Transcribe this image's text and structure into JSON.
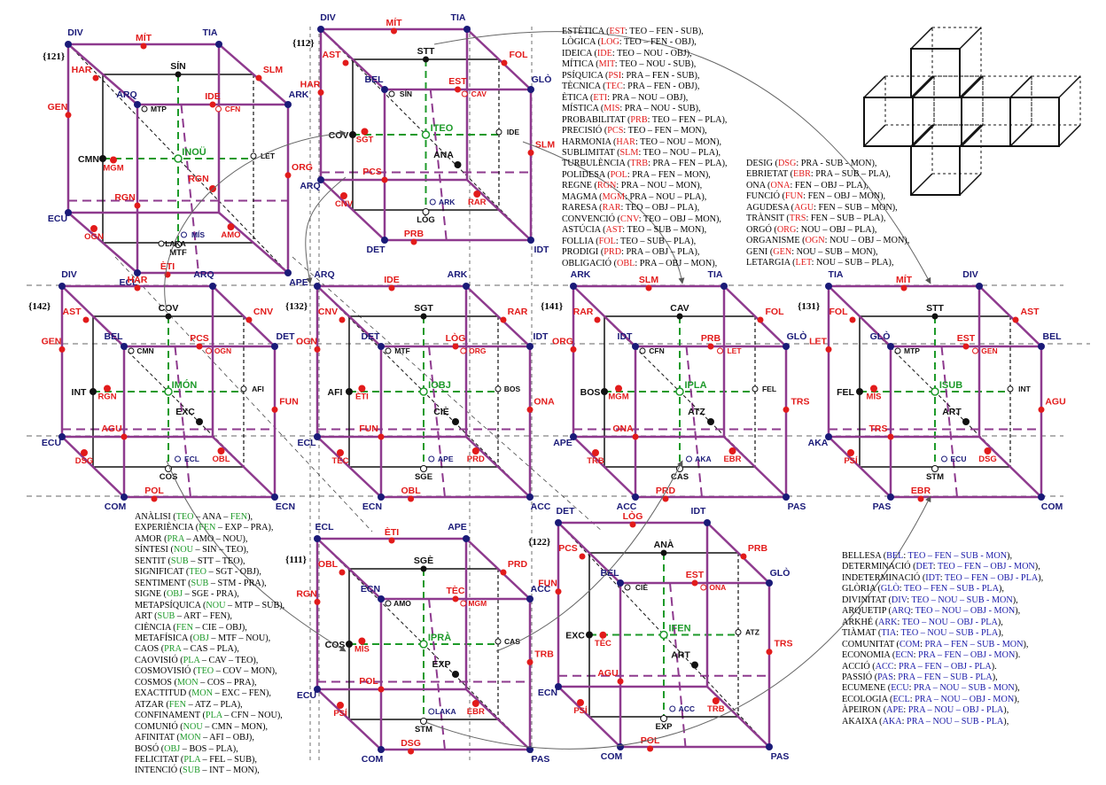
{
  "colors": {
    "purple": "#8e3a8e",
    "red": "#e21b1b",
    "navy": "#1a1a78",
    "green": "#1e9a2a",
    "black": "#111111"
  },
  "cubes": [
    {
      "id": "{121}",
      "corners": [
        "DIV",
        "TIA",
        "ARK",
        "ARQ",
        "ECU",
        "ECL",
        "APE",
        "RGN"
      ],
      "corner_colors": [
        "b",
        "b",
        "b",
        "b",
        "b",
        "b",
        "b",
        "r"
      ],
      "top_mid": [
        "MÍT",
        "SÍN",
        "SLM",
        "HAR",
        "IDE"
      ],
      "front_mid": [
        "GEN",
        "ORG",
        "RGN",
        "ÈTI"
      ],
      "bottom_mid": [
        "OGN",
        "MTF",
        "MGM",
        "AMO"
      ],
      "center": "INOÜ",
      "inner": [
        "MTP",
        "CFN",
        "LET",
        "MÍS",
        "LAKA"
      ],
      "left": "CMN"
    },
    {
      "id": "{112}",
      "corners": [
        "DIV",
        "TIA",
        "GLÒ",
        "BEL",
        "ARQ",
        "DET",
        "IDT",
        "ANA"
      ],
      "corner_colors": [
        "b",
        "b",
        "b",
        "b",
        "b",
        "b",
        "b",
        "k"
      ],
      "top_mid": [
        "MÍT",
        "STT",
        "FOL",
        "AST",
        "EST"
      ],
      "front_mid": [
        "HAR",
        "SLM",
        "PCS",
        "PRB"
      ],
      "bottom_mid": [
        "CNV",
        "LÒG",
        "SGT",
        "RAR"
      ],
      "center": "ITEO",
      "inner": [
        "SÍN",
        "CAV",
        "IDE",
        "ARK"
      ],
      "left": "COV"
    },
    {
      "id": "{142}",
      "corners": [
        "DIV",
        "ARQ",
        "DET",
        "BEL",
        "ECU",
        "COM",
        "ECN",
        "EXC"
      ],
      "corner_colors": [
        "b",
        "b",
        "b",
        "b",
        "b",
        "b",
        "b",
        "k"
      ],
      "top_mid": [
        "HAR",
        "COV",
        "CNV",
        "AST",
        "PCS"
      ],
      "front_mid": [
        "GEN",
        "FUN",
        "AGU",
        "POL"
      ],
      "bottom_mid": [
        "DSG",
        "COS",
        "RGN",
        "OBL"
      ],
      "center": "IMÓN",
      "inner": [
        "CMN",
        "OGN",
        "AFI",
        "ECL"
      ],
      "left": "INT"
    },
    {
      "id": "{132}",
      "corners": [
        "ARQ",
        "ARK",
        "IDT",
        "DET",
        "ECL",
        "ECN",
        "ACC",
        "CIÈ"
      ],
      "corner_colors": [
        "b",
        "b",
        "b",
        "b",
        "b",
        "b",
        "b",
        "k"
      ],
      "top_mid": [
        "IDE",
        "SGT",
        "RAR",
        "CNV",
        "LÒG"
      ],
      "front_mid": [
        "OGN",
        "ONA",
        "FUN",
        "OBL"
      ],
      "bottom_mid": [
        "TÈC",
        "SGE",
        "ÈTI",
        "PRD"
      ],
      "center": "IOBJ",
      "inner": [
        "MTF",
        "ORG",
        "BOS",
        "APE"
      ],
      "left": "AFI"
    },
    {
      "id": "{141}",
      "corners": [
        "ARK",
        "TIA",
        "GLÒ",
        "IDT",
        "APE",
        "ACC",
        "PAS",
        "ATZ"
      ],
      "corner_colors": [
        "b",
        "b",
        "b",
        "b",
        "b",
        "b",
        "b",
        "k"
      ],
      "top_mid": [
        "SLM",
        "CAV",
        "FOL",
        "RAR",
        "PRB"
      ],
      "front_mid": [
        "ORG",
        "TRS",
        "ONA",
        "PRD"
      ],
      "bottom_mid": [
        "TRB",
        "CAS",
        "MGM",
        "EBR"
      ],
      "center": "IPLA",
      "inner": [
        "CFN",
        "LET",
        "FEL",
        "AKA"
      ],
      "left": "BOS"
    },
    {
      "id": "{131}",
      "corners": [
        "TIA",
        "DIV",
        "BEL",
        "GLÒ",
        "AKA",
        "PAS",
        "COM",
        "ART"
      ],
      "corner_colors": [
        "b",
        "b",
        "b",
        "b",
        "b",
        "b",
        "b",
        "k"
      ],
      "top_mid": [
        "MÍT",
        "STT",
        "AST",
        "FOL",
        "EST"
      ],
      "front_mid": [
        "LET",
        "AGU",
        "TRS",
        "EBR"
      ],
      "bottom_mid": [
        "PSÍ",
        "STM",
        "MÍS",
        "DSG"
      ],
      "center": "ISUB",
      "inner": [
        "MTP",
        "GEN",
        "INT",
        "ECU"
      ],
      "left": "FEL"
    },
    {
      "id": "{111}",
      "corners": [
        "ECL",
        "APE",
        "ACC",
        "ECN",
        "ECU",
        "COM",
        "PAS",
        "EXP"
      ],
      "corner_colors": [
        "b",
        "b",
        "b",
        "b",
        "b",
        "b",
        "b",
        "k"
      ],
      "top_mid": [
        "ÈTI",
        "SGÈ",
        "PRD",
        "OBL",
        "TÈC"
      ],
      "front_mid": [
        "RGN",
        "TRB",
        "POL",
        "DSG"
      ],
      "bottom_mid": [
        "PSÍ",
        "STM",
        "MÍS",
        "EBR"
      ],
      "center": "IPRÀ",
      "inner": [
        "AMO",
        "MGM",
        "CAS",
        "LAKA"
      ],
      "left": "COS"
    },
    {
      "id": "{122}",
      "corners": [
        "DET",
        "IDT",
        "GLÒ",
        "BEL",
        "ECN",
        "COM",
        "PAS",
        "ART"
      ],
      "corner_colors": [
        "b",
        "b",
        "b",
        "b",
        "b",
        "b",
        "b",
        "k"
      ],
      "top_mid": [
        "LÒG",
        "ANÀ",
        "PRB",
        "PCS",
        "EST"
      ],
      "front_mid": [
        "FUN",
        "TRS",
        "AGU",
        "POL"
      ],
      "bottom_mid": [
        "PSÍ",
        "EXP",
        "TÈC",
        "TRB"
      ],
      "center": "IFEN",
      "inner": [
        "CIÈ",
        "ONA",
        "ATZ",
        "ACC"
      ],
      "left": "EXC"
    }
  ],
  "glossary_left": [
    [
      "ANÀLISI (",
      "TEO",
      " – ",
      "ANA",
      " – ",
      "FEN",
      "),"
    ],
    [
      "EXPERIÈNCIA (",
      "FEN",
      " – EXP – ",
      "PRA",
      "),"
    ],
    [
      "AMOR (",
      "PRA",
      " – AMO – ",
      "NOU",
      "),"
    ],
    [
      "SÍNTESI (",
      "NOU",
      " – SIN – ",
      "TEO",
      "),"
    ],
    [
      "SENTIT (",
      "SUB",
      " – STT – ",
      "TEO",
      "),"
    ],
    [
      "SIGNIFICAT (",
      "TEO",
      " – SGT - ",
      "OBJ",
      "),"
    ],
    [
      "SENTIMENT (",
      "SUB",
      " – STM - PRA",
      "",
      "",
      "",
      "),"
    ],
    [
      "SIGNE (",
      "OBJ",
      " – SGE - ",
      "PRA",
      "),"
    ],
    [
      "METAPSÍQUICA (",
      "NOU",
      " – MTP – ",
      "SUB",
      "),"
    ],
    [
      "ART (",
      "SUB",
      " – ART – ",
      "FEN",
      "),"
    ],
    [
      "CIÈNCIA (",
      "FEN",
      " – CIE – ",
      "OBJ",
      "),"
    ],
    [
      "METAFÍSICA (",
      "OBJ",
      " – MTF – ",
      "NOU",
      "),"
    ],
    [
      "CAOS (",
      "PRA",
      " – CAS – ",
      "PLA",
      "),"
    ],
    [
      "CAOVISIÓ (",
      "PLA",
      " – CAV – ",
      "TEO",
      "),"
    ],
    [
      "COSMOVISIÓ (",
      "TEO",
      " – COV – ",
      "MON",
      "),"
    ],
    [
      "COSMOS (",
      "MON",
      " – COS – ",
      "PRA",
      "),"
    ],
    [
      "EXACTITUD (",
      "MON",
      " – EXC – ",
      "FEN",
      "),"
    ],
    [
      "ATZAR (",
      "FEN",
      " – ATZ – ",
      "PLA",
      "),"
    ],
    [
      "CONFINAMENT (",
      "PLA",
      " – CFN – ",
      "NOU",
      "),"
    ],
    [
      "COMUNIÓ (",
      "NOU",
      " – CMN – ",
      "MON",
      "),"
    ],
    [
      "AFINITAT (",
      "MON",
      " – AFI – ",
      "OBJ",
      "),"
    ],
    [
      "BOSÓ (",
      "OBJ",
      " – BOS – ",
      "PLA",
      "),"
    ],
    [
      "FELICITAT (",
      "PLA",
      " – FEL – ",
      "SUB",
      "),"
    ],
    [
      "INTENCIÓ (",
      "SUB",
      " – INT – ",
      "MON",
      "),"
    ]
  ],
  "glossary_top": [
    [
      "ESTÈTICA (",
      "EST",
      ": TEO – FEN - SUB),"
    ],
    [
      "LÒGICA (",
      "LOG",
      ": TEO – FEN - OBJ),"
    ],
    [
      "IDEICA (",
      "IDE",
      ": TEO – NOU - OBJ),"
    ],
    [
      "MÍTICA (",
      "MIT",
      ": TEO – NOU - SUB),"
    ],
    [
      "PSÍQUICA (",
      "PSI",
      ": PRA – FEN - SUB),"
    ],
    [
      "TÈCNICA (",
      "TEC",
      ": PRA – FEN - OBJ),"
    ],
    [
      "ÈTICA (",
      "ETI",
      ": PRA – NOU – OBJ),"
    ],
    [
      "MÍSTICA (",
      "MIS",
      ": PRA – NOU - SUB),"
    ],
    [
      "PROBABILITAT (",
      "PRB",
      ": TEO – FEN – PLA),"
    ],
    [
      "PRECISIÓ (",
      "PCS",
      ": TEO – FEN – MON),"
    ],
    [
      "HARMONIA (",
      "HAR",
      ": TEO – NOU – MON),"
    ],
    [
      "SUBLIMITAT (",
      "SLM",
      ": TEO – NOU – PLA),"
    ],
    [
      "TURBULÈNCIA (",
      "TRB",
      ": PRA – FEN – PLA),"
    ],
    [
      "POLIDESA (",
      "POL",
      ": PRA – FEN – MON),"
    ],
    [
      "REGNE (",
      "RGN",
      ": PRA – NOU – MON),"
    ],
    [
      "MAGMA (",
      "MGM",
      ": PRA – NOU – PLA),"
    ],
    [
      "RARESA (",
      "RAR",
      ": TEO – OBJ – PLA),"
    ],
    [
      "CONVENCIÓ (",
      "CNV",
      ": TEO – OBJ – MON),"
    ],
    [
      "ASTÚCIA (",
      "AST",
      ": TEO – SUB – MON),"
    ],
    [
      "FOLLIA (",
      "FOL",
      ": TEO – SUB – PLA),"
    ],
    [
      "PRODIGI (",
      "PRD",
      ": PRA – OBJ – PLA),"
    ],
    [
      "OBLIGACIÓ (",
      "OBL",
      ": PRA – OBJ – MON),"
    ]
  ],
  "glossary_mid": [
    [
      "DESIG (",
      "DSG",
      ": PRA - SUB - MON),"
    ],
    [
      "EBRIETAT (",
      "EBR",
      ": PRA – SUB – PLA),"
    ],
    [
      "ONA (",
      "ONA",
      ": FEN – OBJ – PLA),"
    ],
    [
      "FUNCIÓ (",
      "FUN",
      ": FEN – OBJ – MON),"
    ],
    [
      "AGUDESA (",
      "AGU",
      ": FEN – SUB – MON),"
    ],
    [
      "TRÀNSIT (",
      "TRS",
      ": FEN – SUB – PLA),"
    ],
    [
      "ORGÓ (",
      "ORG",
      ": NOU – OBJ – PLA),"
    ],
    [
      "ORGANISME (",
      "OGN",
      ": NOU – OBJ – MON),"
    ],
    [
      "GENI (",
      "GEN",
      ": NOU – SUB – MON),"
    ],
    [
      "LETARGIA (",
      "LET",
      ": NOU – SUB – PLA),"
    ]
  ],
  "glossary_right": [
    [
      "BELLESA (",
      "BEL",
      ": ",
      "TEO – FEN – SUB - MON",
      "),"
    ],
    [
      "DETERMINACIÓ (",
      "DET",
      ": ",
      "TEO – FEN – OBJ - MON",
      "),"
    ],
    [
      "INDETERMINACIÓ (",
      "IDT",
      ": ",
      "TEO – FEN – OBJ - PLA",
      "),"
    ],
    [
      "GLÒRIA (",
      "GLÒ",
      ": ",
      "TEO – FEN – SUB - PLA",
      "),"
    ],
    [
      "DIVINITAT (",
      "DIV",
      ": ",
      "TEO – NOU – SUB - MON",
      "),"
    ],
    [
      "ARQUETIP (",
      "ARQ",
      ": ",
      "TEO – NOU – OBJ - MON",
      "),"
    ],
    [
      "ARKHÉ (",
      "ARK",
      ": ",
      "TEO – NOU – OBJ - PLA",
      "),"
    ],
    [
      "TIÀMAT (",
      "TIA",
      ": ",
      "TEO – NOU – SUB - PLA",
      "),"
    ],
    [
      "COMUNITAT (",
      "COM",
      ": ",
      "PRA – FEN – SUB - MON",
      "),"
    ],
    [
      "ECONOMIA (",
      "ECN",
      ": ",
      "PRA – FEN – OBJ - MON",
      ")."
    ],
    [
      "ACCIÓ (",
      "ACC",
      ": ",
      "PRA – FEN – OBJ - PLA",
      ")."
    ],
    [
      "PASSIÓ (",
      "PAS",
      ": ",
      "PRA – FEN – SUB - PLA",
      "),"
    ],
    [
      "ECUMENE (",
      "ECU",
      ": ",
      "PRA – NOU – SUB - MON",
      "),"
    ],
    [
      "ECOLOGIA (",
      "ECL",
      ": ",
      "PRA – NOU – OBJ - MON",
      "),"
    ],
    [
      "ÀPEIRON (",
      "APE",
      ": ",
      "PRA – NOU – OBJ - PLA",
      "),"
    ],
    [
      "AKAIXA (",
      "AKA",
      ": ",
      "PRA – NOU – SUB - PLA",
      "),"
    ]
  ]
}
